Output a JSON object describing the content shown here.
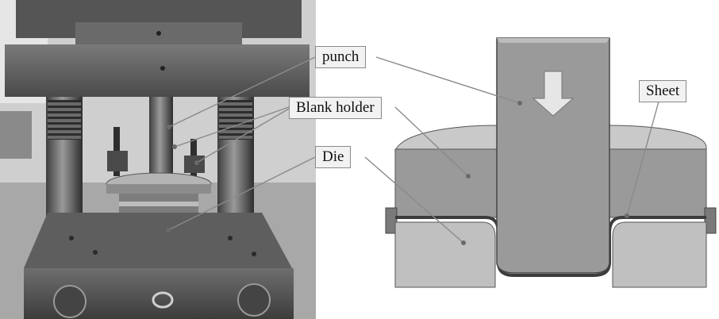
{
  "labels": {
    "punch": "punch",
    "blank_holder": "Blank holder",
    "die": "Die",
    "sheet": "Sheet"
  },
  "colors": {
    "photo_dark": "#3a3a3a",
    "photo_mid": "#8c8c8c",
    "photo_light": "#d2d2d2",
    "schematic_body": "#9a9a9a",
    "schematic_light": "#c9c9c9",
    "leader_line": "#8a8a8a",
    "label_fill": "#f2f2f2"
  },
  "icons": {
    "press_direction": "down-arrow-icon"
  }
}
